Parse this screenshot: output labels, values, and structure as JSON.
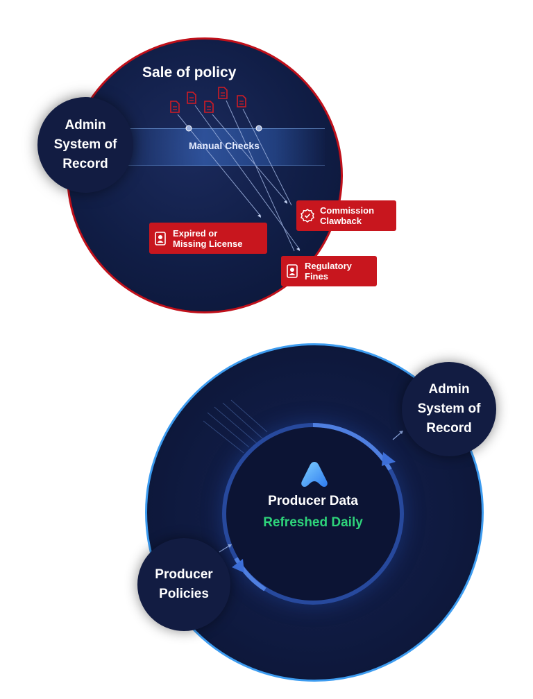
{
  "top": {
    "title": "Sale of policy",
    "node_label_lines": [
      "Admin",
      "System of",
      "Record"
    ],
    "band_label": "Manual Checks",
    "badges": {
      "clawback": [
        "Commission",
        "Clawback"
      ],
      "license": [
        "Expired or",
        "Missing License"
      ],
      "fines": [
        "Regulatory",
        "Fines"
      ]
    },
    "accent_color": "#c8161e",
    "border_color": "#c0101a"
  },
  "bottom": {
    "admin_label_lines": [
      "Admin",
      "System of",
      "Record"
    ],
    "policies_label_lines": [
      "Producer",
      "Policies"
    ],
    "center_title": "Producer Data",
    "center_subtitle": "Refreshed Daily",
    "border_color": "#3d9cf0",
    "subtitle_color": "#2ed37a",
    "logo_icon": "producer-data-logo-icon"
  }
}
